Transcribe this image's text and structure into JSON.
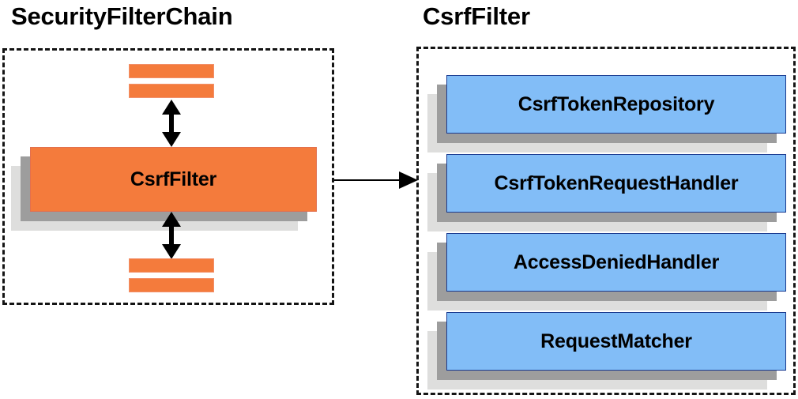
{
  "diagram": {
    "title_left": "SecurityFilterChain",
    "title_right": "CsrfFilter",
    "colors": {
      "orange_fill": "#f47b3c",
      "blue_fill": "#82bdf7",
      "blue_border": "#1a3a8f",
      "shadow_mid": "#9d9d9d",
      "shadow_back": "#dededd",
      "dashed_border": "#141414"
    }
  },
  "chain_panel": {
    "filter_card": {
      "label": "CsrfFilter"
    },
    "bars_above": [
      {
        "label": ""
      },
      {
        "label": ""
      }
    ],
    "bars_below": [
      {
        "label": ""
      },
      {
        "label": ""
      }
    ],
    "arrow_above": {
      "label": "bidirectional-arrow"
    },
    "arrow_below": {
      "label": "bidirectional-arrow"
    }
  },
  "connector": {
    "label": "expands-to-arrow"
  },
  "filter_panel": {
    "components": [
      {
        "label": "CsrfTokenRepository"
      },
      {
        "label": "CsrfTokenRequestHandler"
      },
      {
        "label": "AccessDeniedHandler"
      },
      {
        "label": "RequestMatcher"
      }
    ]
  }
}
